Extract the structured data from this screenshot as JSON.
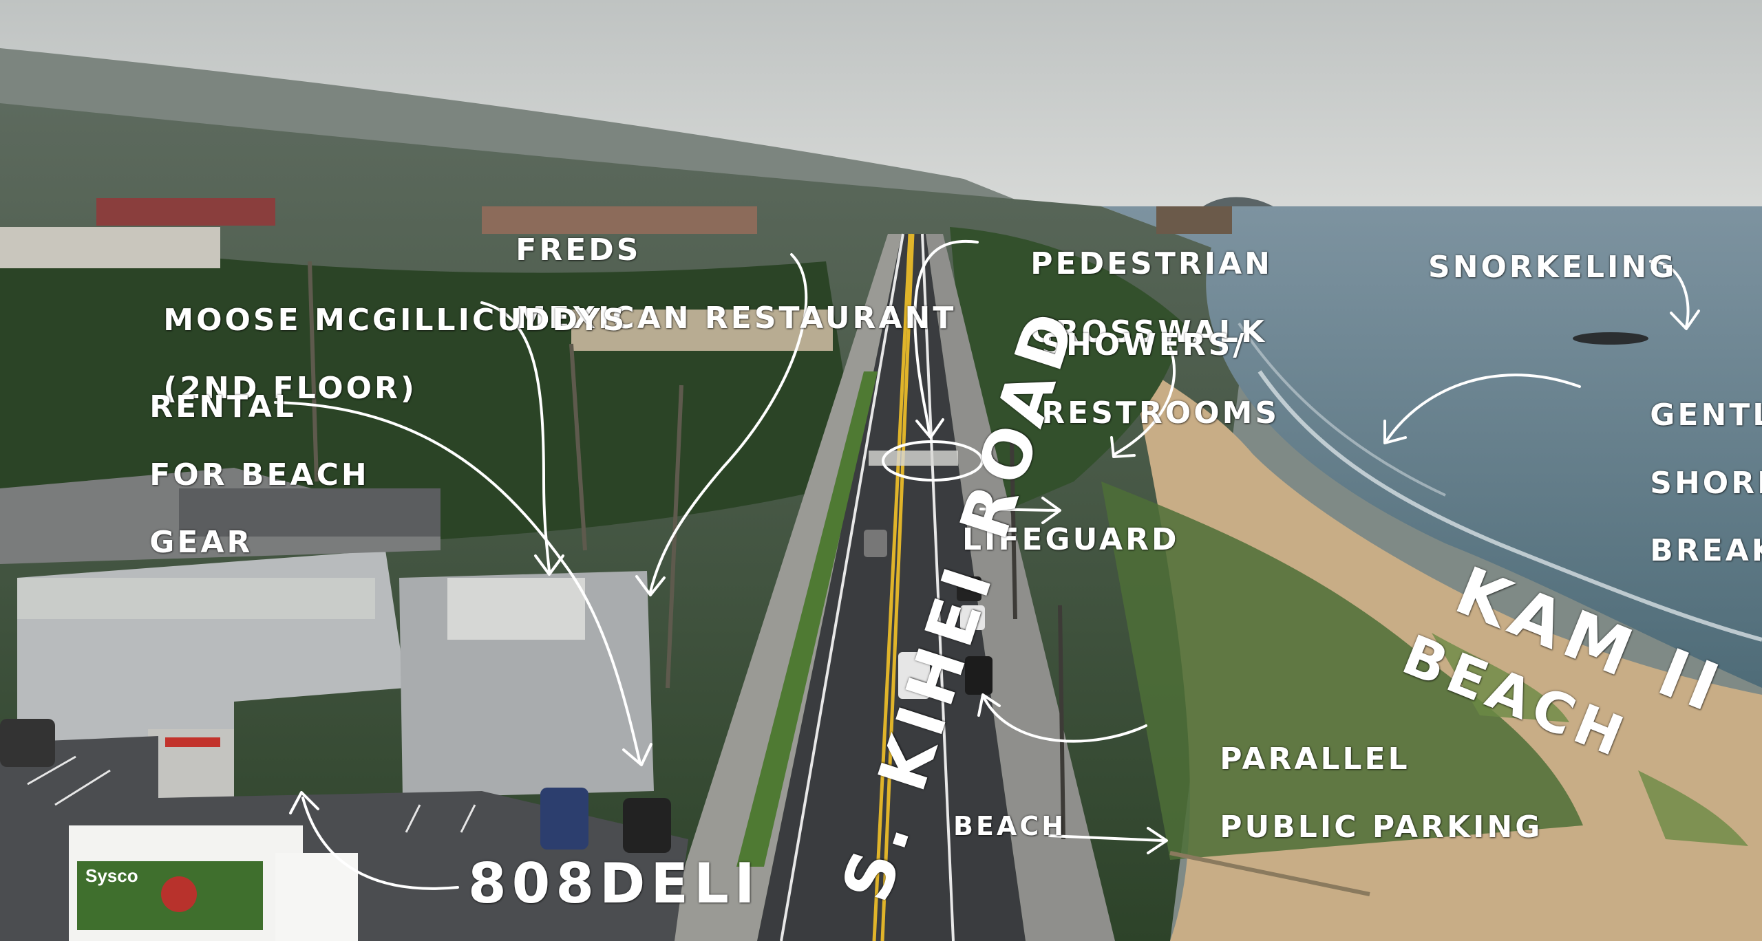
{
  "scene": {
    "colors": {
      "sky": "#c9ccca",
      "ocean": "#5f7a86",
      "sand": "#c9ad86",
      "road": "#3b3d40",
      "vegetation": "#2f4a2a",
      "annotation": "#ffffff"
    }
  },
  "annotations": {
    "freds_line1": "FREDS",
    "freds_line2": "MEXICAN RESTAURANT",
    "moose_line1": "MOOSE McGILLICUDDYS",
    "moose_line2": "(2ND FLOOR)",
    "rental_line1": "RENTAL",
    "rental_line2": "FOR BEACH",
    "rental_line3": "GEAR",
    "crosswalk_line1": "PEDESTRIAN",
    "crosswalk_line2": "CROSSWALK",
    "showers_line1": "SHOWERS/",
    "showers_line2": "RESTROOMS",
    "snorkeling": "SNORKELING",
    "shore_line1": "GENTLE",
    "shore_line2": "SHORE",
    "shore_line3": "BREAK",
    "kam_line1": "KAM II",
    "kam_line2": "BEACH",
    "lifeguard": "LIFEGUARD",
    "road_label": "S. KIHEI ROAD",
    "parking_line1": "PARALLEL",
    "parking_line2": "PUBLIC PARKING",
    "beach_access": "BEACH",
    "deli": "808DELI",
    "truck_brand": "Sysco"
  }
}
